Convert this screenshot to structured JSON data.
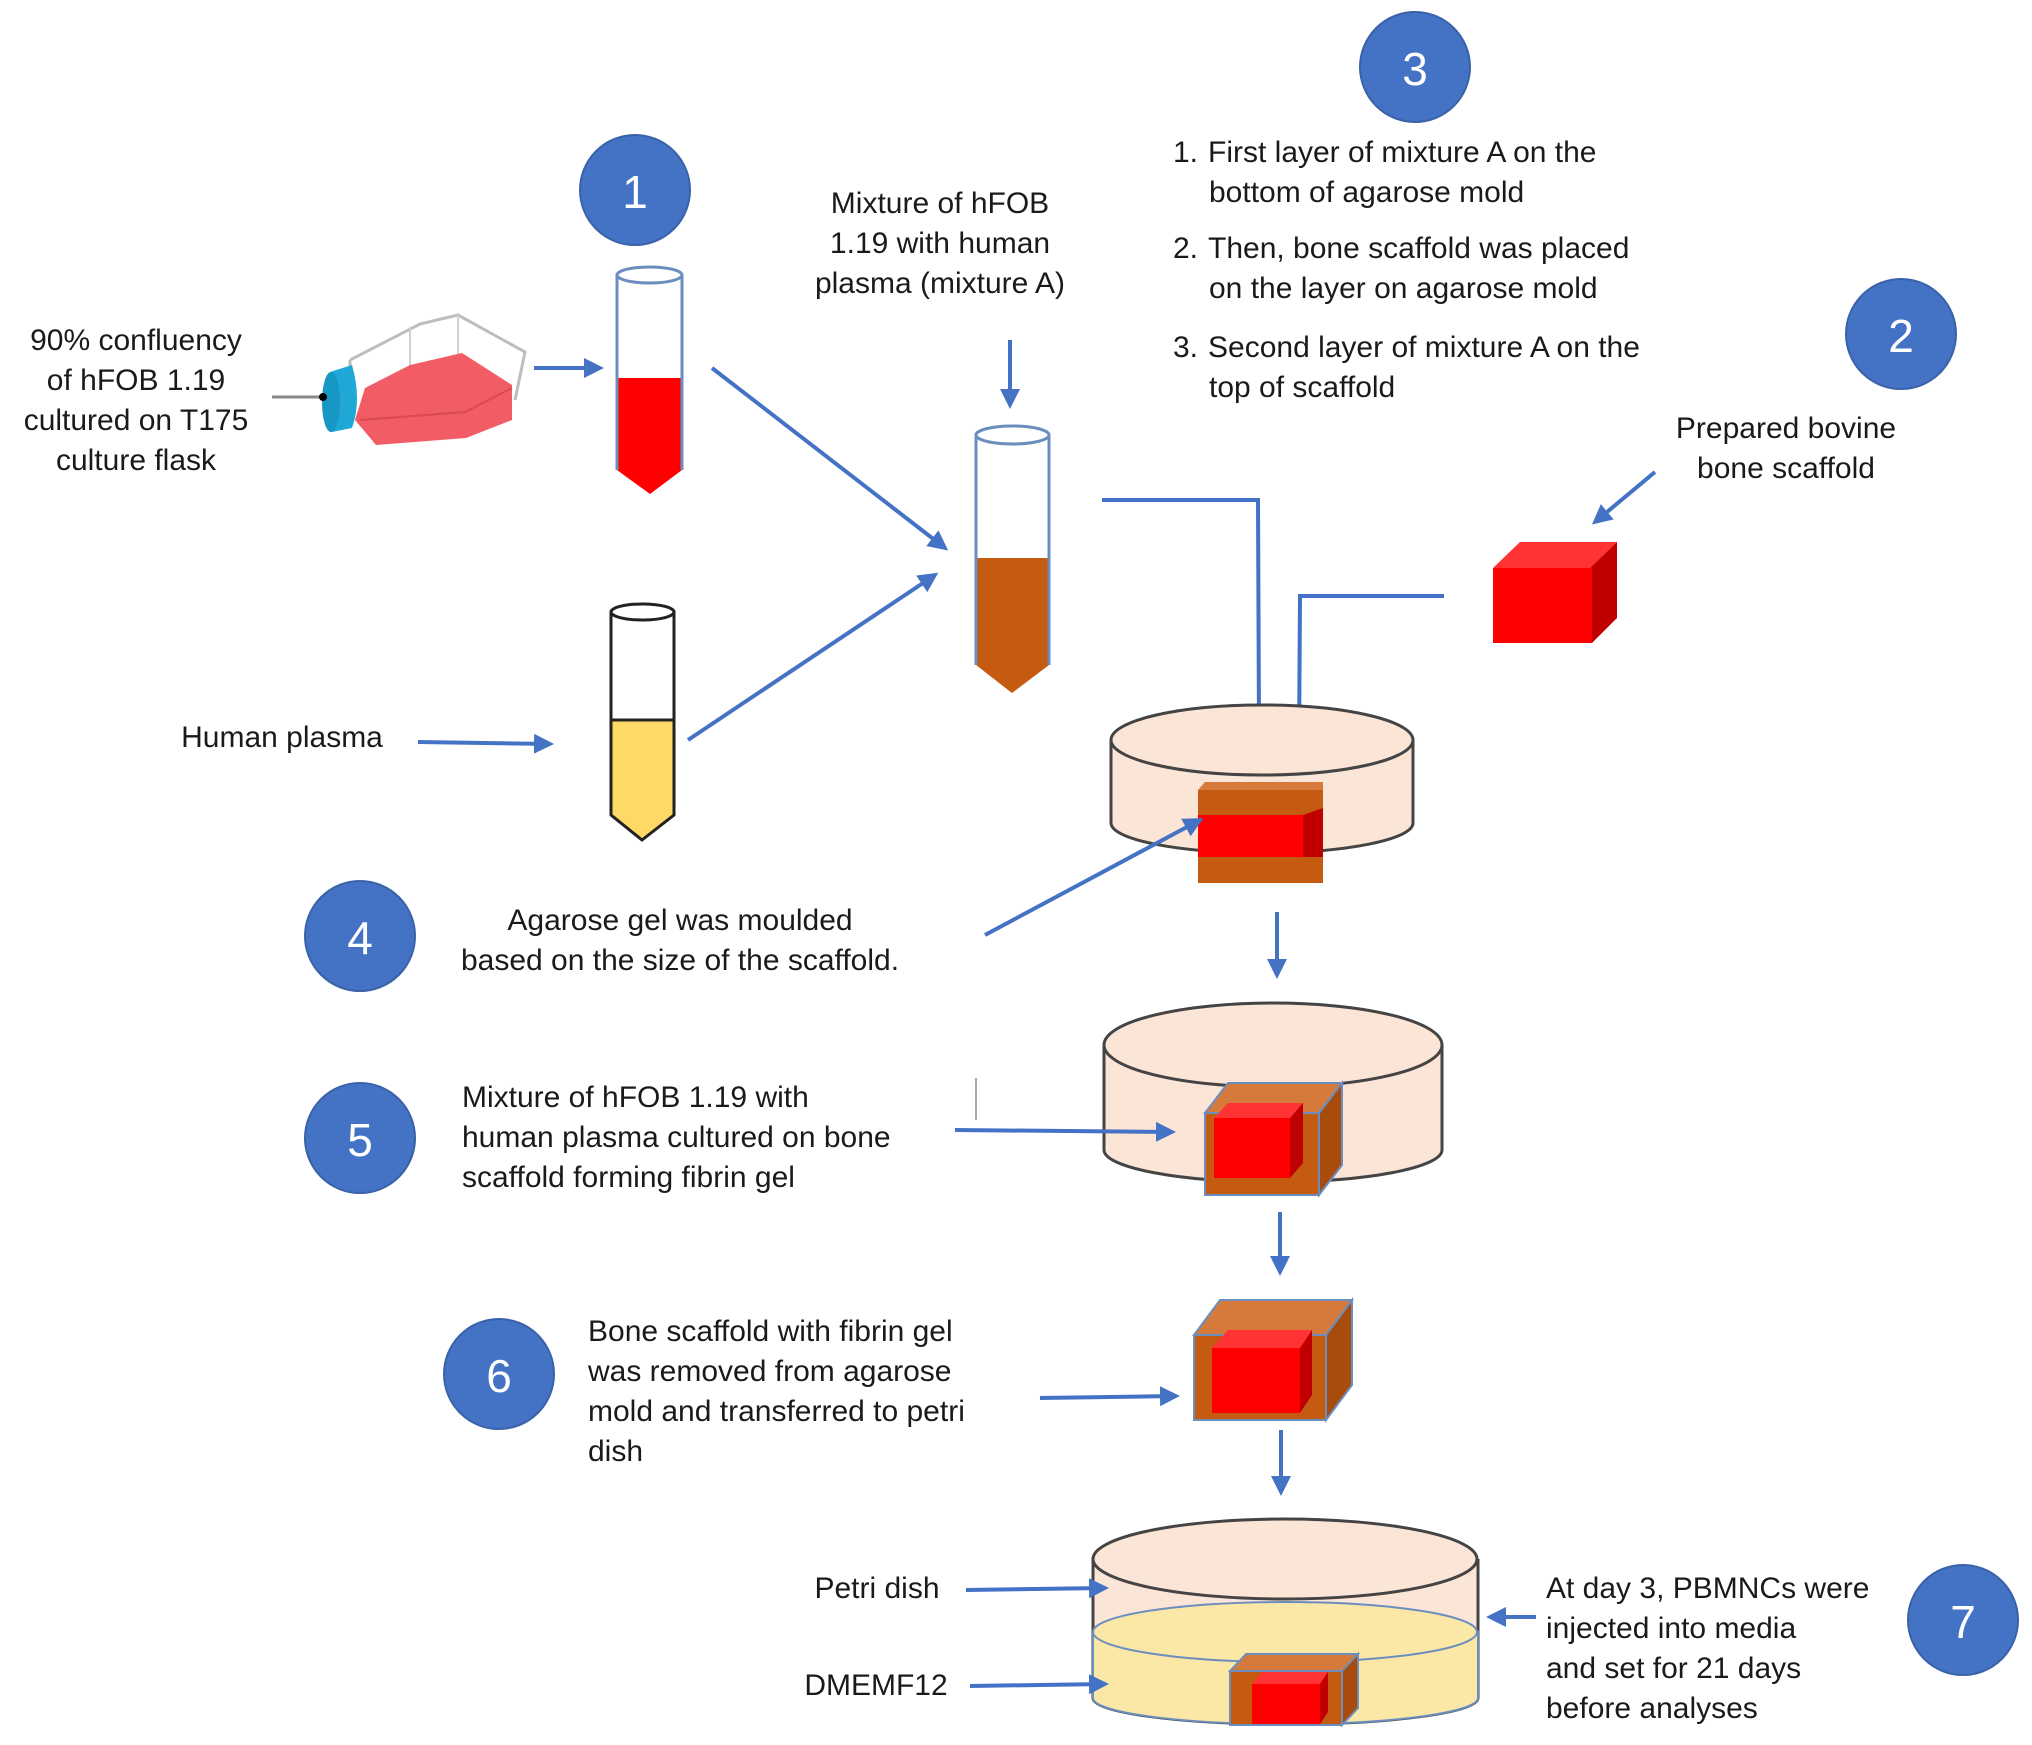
{
  "colors": {
    "badge": "#4472c4",
    "arrow": "#4472c4",
    "scaffold_red": "#ff0000",
    "scaffold_red_dark": "#c00000",
    "fibrin_brown": "#c55a11",
    "fibrin_brown_light": "#d57a3a",
    "plasma_yellow": "#ffd966",
    "agarose": "#fbe5d6",
    "medium": "#fce8a6",
    "flask_cap": "#1fa7d6",
    "flask_media": "#f25c64"
  },
  "steps": [
    {
      "number": "1"
    },
    {
      "number": "2"
    },
    {
      "number": "3"
    },
    {
      "number": "4"
    },
    {
      "number": "5"
    },
    {
      "number": "6"
    },
    {
      "number": "7"
    }
  ],
  "labels": {
    "flask": [
      "90% confluency",
      "of hFOB 1.19",
      "cultured on T175",
      "culture flask"
    ],
    "mixture_a": [
      "Mixture of hFOB",
      "1.19 with human",
      "plasma (mixture A)"
    ],
    "human_plasma": "Human plasma",
    "step3_list": [
      {
        "num": "1.",
        "lines": [
          "First layer of mixture A on the",
          "bottom of agarose mold"
        ]
      },
      {
        "num": "2.",
        "lines": [
          "Then, bone scaffold was placed",
          "on the layer on agarose mold"
        ]
      },
      {
        "num": "3.",
        "lines": [
          "Second layer of mixture A on the",
          "top of scaffold"
        ]
      }
    ],
    "bovine_scaffold": [
      "Prepared bovine",
      "bone scaffold"
    ],
    "step4": [
      "Agarose gel was moulded",
      "based on the size of the scaffold."
    ],
    "step5": [
      "Mixture of hFOB 1.19 with",
      "human plasma cultured on bone",
      "scaffold forming fibrin gel"
    ],
    "step6": [
      "Bone scaffold with fibrin gel",
      "was removed from agarose",
      "mold and transferred to petri",
      "dish"
    ],
    "petri_dish": "Petri dish",
    "dmemf12": "DMEMF12",
    "step7": [
      "At day 3, PBMNCs were",
      "injected into media",
      "and set for 21 days",
      "before analyses"
    ]
  }
}
